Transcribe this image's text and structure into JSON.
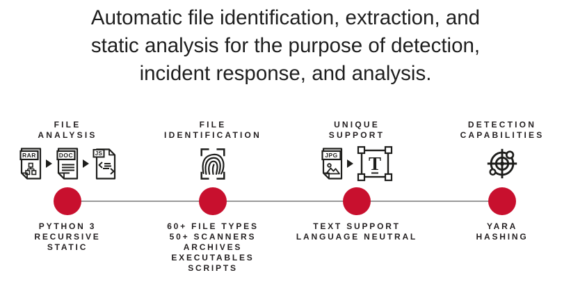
{
  "colors": {
    "accent_red": "#c8102e",
    "ink": "#1d1d1b",
    "text_dark": "#231f20",
    "line_gray": "#999999"
  },
  "title": {
    "lines": [
      "Automatic file identification, extraction, and",
      "static analysis for the purpose of detection,",
      "incident response, and analysis."
    ]
  },
  "features": [
    {
      "heading": [
        "FILE",
        "ANALYSIS"
      ],
      "icon_labels": {
        "rar": "RAR",
        "doc": "DOC",
        "js": "JS"
      },
      "details": [
        "PYTHON 3",
        "RECURSIVE",
        "STATIC"
      ]
    },
    {
      "heading": [
        "FILE",
        "IDENTIFICATION"
      ],
      "details": [
        "60+ FILE TYPES",
        "50+ SCANNERS",
        "ARCHIVES",
        "EXECUTABLES",
        "SCRIPTS"
      ]
    },
    {
      "heading": [
        "UNIQUE",
        "SUPPORT"
      ],
      "icon_labels": {
        "jpg": "JPG",
        "letter": "T"
      },
      "details": [
        "TEXT SUPPORT",
        "LANGUAGE NEUTRAL"
      ]
    },
    {
      "heading": [
        "DETECTION",
        "CAPABILITIES"
      ],
      "details": [
        "YARA",
        "HASHING"
      ]
    }
  ]
}
